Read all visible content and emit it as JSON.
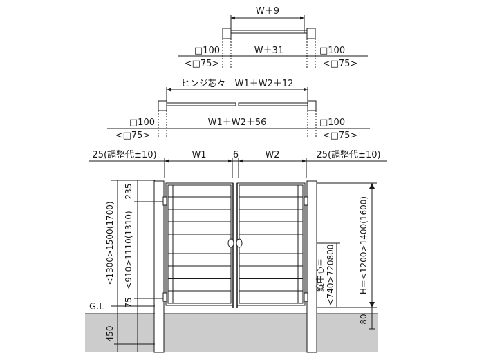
{
  "single_gate_top": {
    "hinge_dim": "W＋9",
    "post_left": "□100",
    "post_left_alt": "<□75>",
    "opening": "W＋31",
    "post_right": "□100",
    "post_right_alt": "<□75>"
  },
  "double_gate_top": {
    "hinge_dim": "ヒンジ芯々＝W1＋W2＋12",
    "post_left": "□100",
    "post_left_alt": "<□75>",
    "opening": "W1＋W2＋56",
    "post_right": "□100",
    "post_right_alt": "<□75>"
  },
  "elevation": {
    "left_clearance": "25(調整代±10)",
    "w1": "W1",
    "gap": "6",
    "w2": "W2",
    "right_clearance": "25(調整代±10)",
    "top_offset": "235",
    "post_height": "<1300>1500(1700)",
    "panel_height": "<910>1110(1310)",
    "bottom_offset": "75",
    "ground_label": "G.L",
    "embed_depth": "450",
    "lock_center_label": "錠中心＝",
    "lock_center_value": "<740>720800",
    "gate_height": "H＝<1200>1400(1600)",
    "ground_clearance": "80"
  },
  "colors": {
    "line": "#1a1a1a",
    "ground": "#cccccc",
    "rail": "#333333"
  }
}
